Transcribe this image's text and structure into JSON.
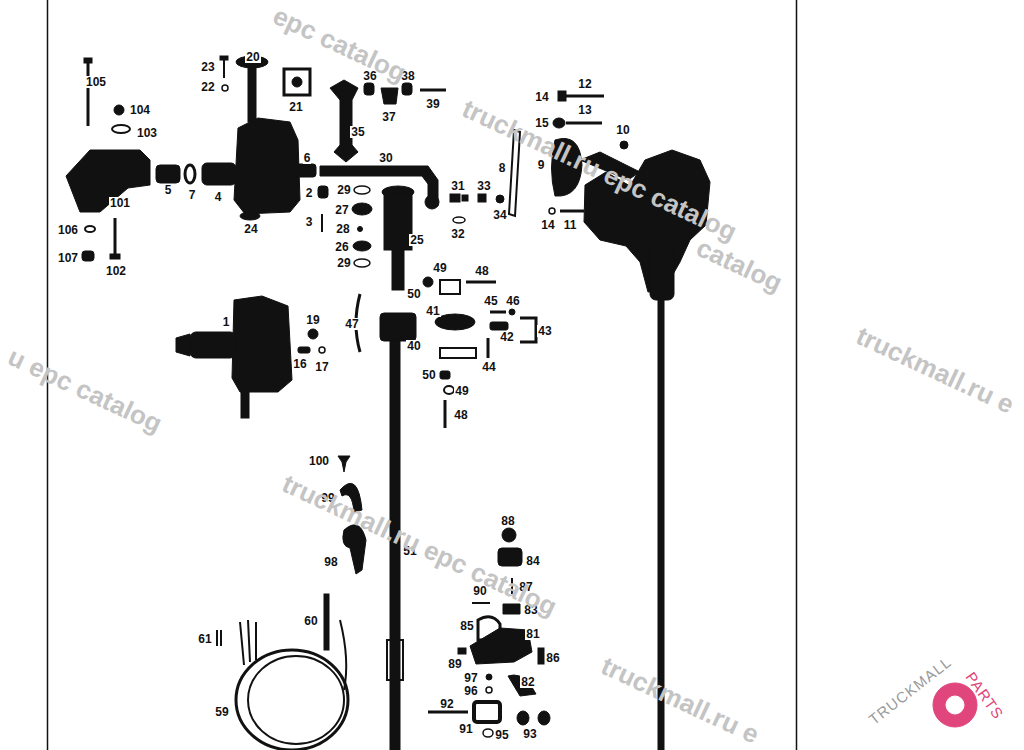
{
  "diagram": {
    "labels": [
      "105",
      "23",
      "20",
      "22",
      "21",
      "36",
      "38",
      "37",
      "39",
      "104",
      "103",
      "12",
      "14",
      "13",
      "15",
      "10",
      "35",
      "6",
      "30",
      "8",
      "9",
      "5",
      "7",
      "4",
      "2",
      "29",
      "31",
      "33",
      "101",
      "34",
      "106",
      "24",
      "3",
      "27",
      "28",
      "32",
      "14",
      "11",
      "107",
      "102",
      "26",
      "29",
      "25",
      "49",
      "48",
      "50",
      "45",
      "46",
      "41",
      "47",
      "1",
      "19",
      "43",
      "42",
      "40",
      "16",
      "17",
      "44",
      "50",
      "49",
      "48",
      "100",
      "99",
      "88",
      "51",
      "98",
      "84",
      "87",
      "90",
      "83",
      "60",
      "85",
      "81",
      "61",
      "86",
      "89",
      "97",
      "82",
      "96",
      "92",
      "59",
      "91",
      "95",
      "93",
      "epc catalog",
      "truckmall.ru epc catalog",
      "catalog",
      "truckmall.ru e",
      "u epc catalog",
      "truckmall.ru epc catalog",
      "truckmall.ru e",
      "TRUCKMALL",
      "PARTS"
    ]
  }
}
